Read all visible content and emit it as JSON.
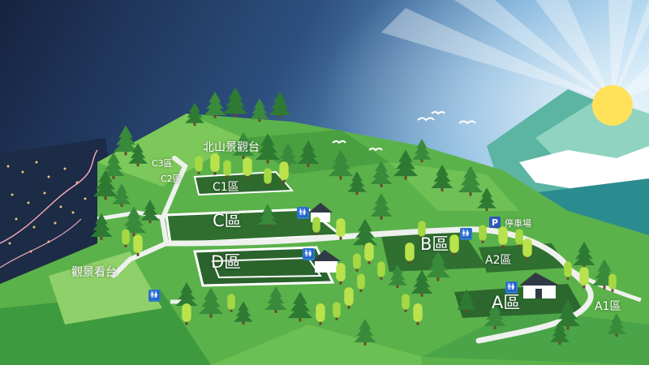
{
  "colors": {
    "sky_dark": "#1b2a4e",
    "sky_light": "#7fb8e4",
    "sun": "#ffe15a",
    "grass": "#5fb64a",
    "tree": "#3b8a3a",
    "tree_light": "#b8e04a",
    "path": "#e8ece8",
    "restroom": "#2f7cc3",
    "parking": "#2f58b8"
  },
  "labels": {
    "north_viewpoint": "北山景觀台",
    "c3": "C3區",
    "c2": "C2區",
    "c1": "C1區",
    "c": "C區",
    "d": "D區",
    "b": "B區",
    "a2": "A2區",
    "a": "A區",
    "a1": "A1區",
    "viewing_stand": "觀景看台",
    "parking_text": "停車場",
    "parking_symbol": "P"
  },
  "icons": {
    "restroom": "restroom-icon",
    "parking": "parking-icon",
    "cabin": "cabin-icon",
    "bird": "bird-icon",
    "sun": "sun-icon"
  },
  "restroom_symbol": "🚻"
}
